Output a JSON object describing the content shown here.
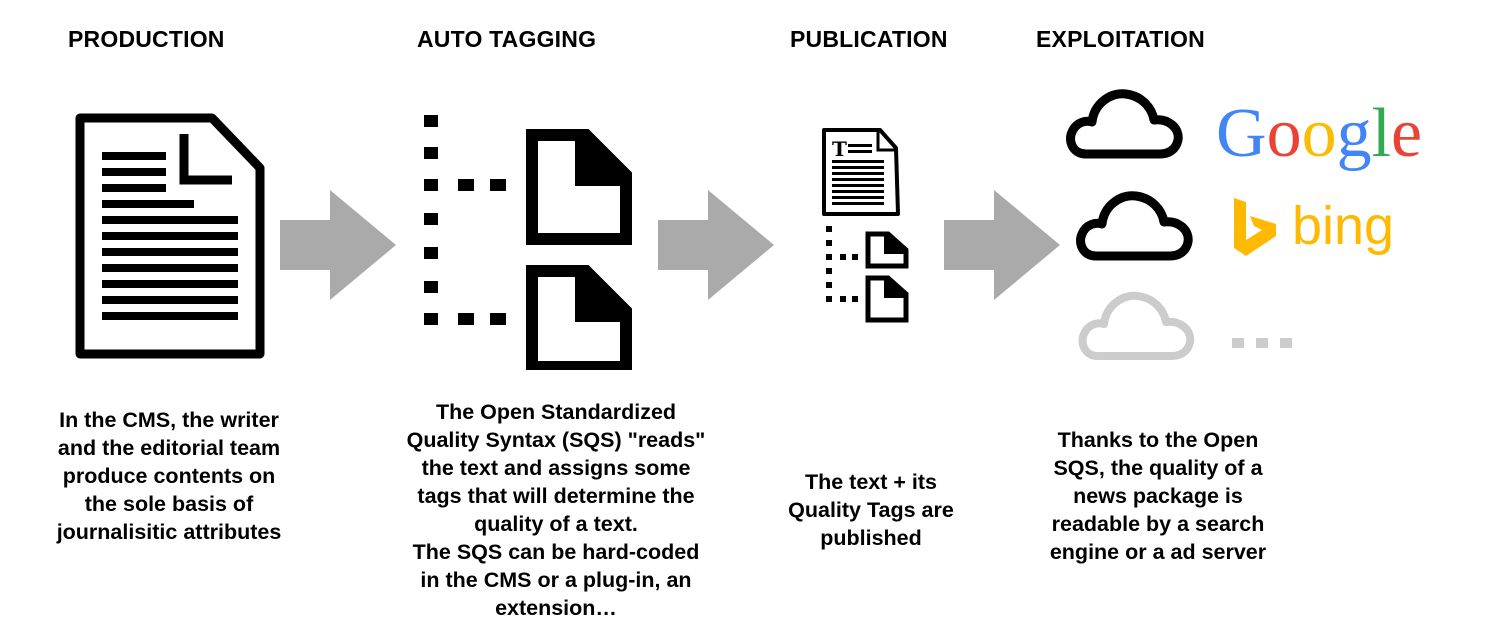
{
  "stages": {
    "production": {
      "heading": "PRODUCTION",
      "description": "In the CMS, the writer\nand the editorial team\nproduce contents on\nthe sole basis of\njournalisitic attributes"
    },
    "auto_tagging": {
      "heading": "AUTO TAGGING",
      "description": "The Open Standardized\nQuality Syntax (SQS) \"reads\"\nthe text and assigns some\ntags that will determine the\nquality of a text.\nThe SQS can be hard-coded\nin the CMS or a plug-in, an\nextension…"
    },
    "publication": {
      "heading": "PUBLICATION",
      "description": "The text + its\nQuality Tags are\npublished"
    },
    "exploitation": {
      "heading": "EXPLOITATION",
      "description": "Thanks to the Open\nSQS, the quality of a\nnews package is\nreadable by a search\nengine or a ad server"
    }
  },
  "logos": {
    "google": {
      "letters": [
        "G",
        "o",
        "o",
        "g",
        "l",
        "e"
      ],
      "colors": [
        "#4285f4",
        "#ea4335",
        "#fbbc05",
        "#4285f4",
        "#34a853",
        "#ea4335"
      ]
    },
    "bing": {
      "text": "bing",
      "color": "#ffb900"
    }
  },
  "icons": {
    "document": "document-icon",
    "tag_tree": "tag-tree-icon",
    "published_document": "published-document-icon",
    "cloud": "cloud-icon",
    "more": "ellipsis-icon",
    "arrow": "arrow-right-icon"
  },
  "colors": {
    "arrow": "#aaaaaa",
    "muted_cloud": "#cccccc"
  }
}
